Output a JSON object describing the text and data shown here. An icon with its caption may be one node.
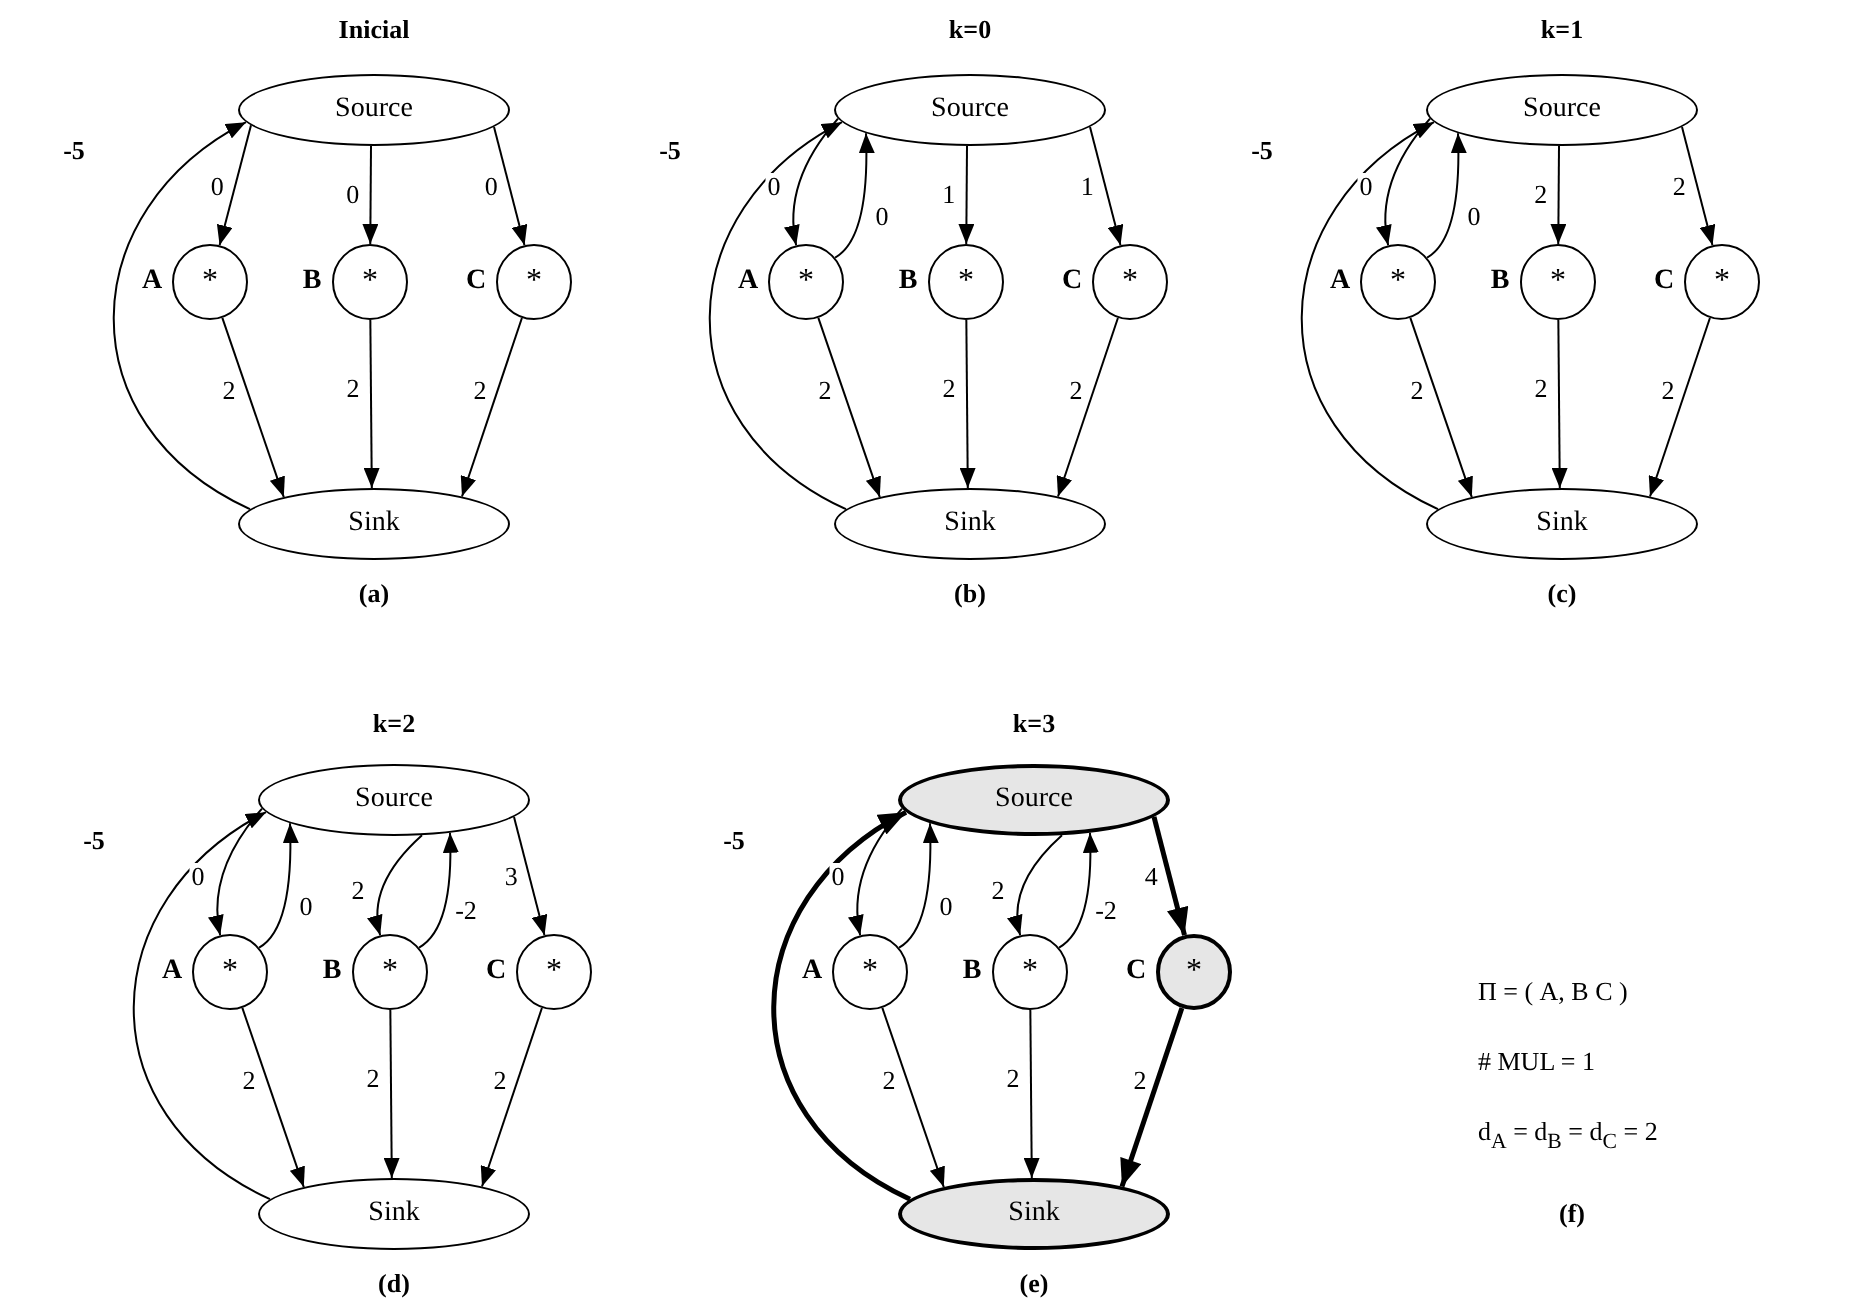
{
  "diagram": {
    "nodes": [
      {
        "text": [
          "Source"
        ]
      },
      {
        "text": [
          "*"
        ],
        "beside": [
          "A"
        ]
      },
      {
        "text": [
          "*"
        ],
        "beside": [
          "B"
        ]
      },
      {
        "text": [
          "*"
        ],
        "beside": [
          "C"
        ]
      },
      {
        "text": [
          "Sink"
        ]
      },
      {
        "text": [
          "Source"
        ]
      },
      {
        "text": [
          "*"
        ],
        "beside": [
          "A"
        ]
      },
      {
        "text": [
          "*"
        ],
        "beside": [
          "B"
        ]
      },
      {
        "text": [
          "*"
        ],
        "beside": [
          "C"
        ]
      },
      {
        "text": [
          "Sink"
        ]
      },
      {
        "text": [
          "Source"
        ]
      },
      {
        "text": [
          "*"
        ],
        "beside": [
          "A"
        ]
      },
      {
        "text": [
          "*"
        ],
        "beside": [
          "B"
        ]
      },
      {
        "text": [
          "*"
        ],
        "beside": [
          "C"
        ]
      },
      {
        "text": [
          "Sink"
        ]
      },
      {
        "text": [
          "Source"
        ]
      },
      {
        "text": [
          "*"
        ],
        "beside": [
          "A"
        ]
      },
      {
        "text": [
          "*"
        ],
        "beside": [
          "B"
        ]
      },
      {
        "text": [
          "*"
        ],
        "beside": [
          "C"
        ]
      },
      {
        "text": [
          "Sink"
        ]
      },
      {
        "text": [
          "Source"
        ]
      },
      {
        "text": [
          "*"
        ],
        "beside": [
          "A"
        ]
      },
      {
        "text": [
          "*"
        ],
        "beside": [
          "B"
        ]
      },
      {
        "text": [
          "*"
        ],
        "beside": [
          "C"
        ]
      },
      {
        "text": [
          "Sink"
        ]
      }
    ],
    "edges": [
      {
        "from": 0,
        "to": 1,
        "arrow": "to",
        "label": "0"
      },
      {
        "from": 0,
        "to": 2,
        "arrow": "to",
        "label": "0"
      },
      {
        "from": 0,
        "to": 3,
        "arrow": "to",
        "label": "0"
      },
      {
        "from": 1,
        "to": 4,
        "arrow": "to",
        "label": "2"
      },
      {
        "from": 2,
        "to": 4,
        "arrow": "to",
        "label": "2"
      },
      {
        "from": 3,
        "to": 4,
        "arrow": "to",
        "label": "2"
      },
      {
        "from": 4,
        "to": 0,
        "arrow": "to",
        "label": "-5"
      },
      {
        "from": 5,
        "to": 6,
        "arrow": "to",
        "label": "0"
      },
      {
        "from": 6,
        "to": 5,
        "arrow": "to",
        "label": "0"
      },
      {
        "from": 5,
        "to": 7,
        "arrow": "to",
        "label": "1"
      },
      {
        "from": 5,
        "to": 8,
        "arrow": "to",
        "label": "1"
      },
      {
        "from": 6,
        "to": 9,
        "arrow": "to",
        "label": "2"
      },
      {
        "from": 7,
        "to": 9,
        "arrow": "to",
        "label": "2"
      },
      {
        "from": 8,
        "to": 9,
        "arrow": "to",
        "label": "2"
      },
      {
        "from": 9,
        "to": 5,
        "arrow": "to",
        "label": "-5"
      },
      {
        "from": 10,
        "to": 11,
        "arrow": "to",
        "label": "0"
      },
      {
        "from": 11,
        "to": 10,
        "arrow": "to",
        "label": "0"
      },
      {
        "from": 10,
        "to": 12,
        "arrow": "to",
        "label": "2"
      },
      {
        "from": 10,
        "to": 13,
        "arrow": "to",
        "label": "2"
      },
      {
        "from": 11,
        "to": 14,
        "arrow": "to",
        "label": "2"
      },
      {
        "from": 12,
        "to": 14,
        "arrow": "to",
        "label": "2"
      },
      {
        "from": 13,
        "to": 14,
        "arrow": "to",
        "label": "2"
      },
      {
        "from": 14,
        "to": 10,
        "arrow": "to",
        "label": "-5"
      },
      {
        "from": 15,
        "to": 16,
        "arrow": "to",
        "label": "0"
      },
      {
        "from": 16,
        "to": 15,
        "arrow": "to",
        "label": "0"
      },
      {
        "from": 15,
        "to": 17,
        "arrow": "to",
        "label": "2"
      },
      {
        "from": 17,
        "to": 15,
        "arrow": "to",
        "label": "-2"
      },
      {
        "from": 15,
        "to": 18,
        "arrow": "to",
        "label": "3"
      },
      {
        "from": 16,
        "to": 19,
        "arrow": "to",
        "label": "2"
      },
      {
        "from": 17,
        "to": 19,
        "arrow": "to",
        "label": "2"
      },
      {
        "from": 18,
        "to": 19,
        "arrow": "to",
        "label": "2"
      },
      {
        "from": 19,
        "to": 15,
        "arrow": "to",
        "label": "-5"
      },
      {
        "from": 20,
        "to": 21,
        "arrow": "to",
        "label": "0"
      },
      {
        "from": 21,
        "to": 20,
        "arrow": "to",
        "label": "0"
      },
      {
        "from": 20,
        "to": 22,
        "arrow": "to",
        "label": "2"
      },
      {
        "from": 22,
        "to": 20,
        "arrow": "to",
        "label": "-2"
      },
      {
        "from": 20,
        "to": 23,
        "arrow": "to",
        "label": "4",
        "style": "thick"
      },
      {
        "from": 21,
        "to": 24,
        "arrow": "to",
        "label": "2"
      },
      {
        "from": 22,
        "to": 24,
        "arrow": "to",
        "label": "2"
      },
      {
        "from": 23,
        "to": 24,
        "arrow": "to",
        "label": "2",
        "style": "thick"
      },
      {
        "from": 24,
        "to": 20,
        "arrow": "to",
        "label": "-5",
        "style": "thick"
      }
    ],
    "labels": [
      "Inicial",
      "k=0",
      "k=1",
      "(a)",
      "(b)",
      "(c)",
      "k=2",
      "k=3",
      "Π = ( A, B C )",
      "# MUL = 1",
      "d$_{A}$ = d$_{B}$ = d$_{C}$ = 2",
      "(d)",
      "(e)",
      "(f)"
    ]
  }
}
